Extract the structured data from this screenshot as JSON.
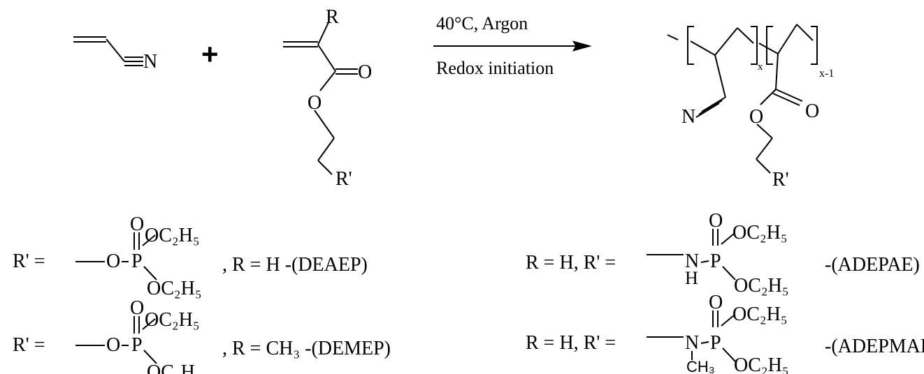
{
  "reaction": {
    "plus": "+",
    "condition_top": "40°C, Argon",
    "condition_bottom": "Redox initiation"
  },
  "acrylonitrile": {
    "n": "N"
  },
  "monomer": {
    "r": "R",
    "o_carbonyl": "O",
    "o_ester": "O",
    "r_prime": "R'"
  },
  "polymer": {
    "n": "N",
    "o_carbonyl": "O",
    "o_ester": "O",
    "r_prime": "R'",
    "sub_x": "x",
    "sub_x1": "x-1"
  },
  "substituents": [
    {
      "prefix": "R' =",
      "link": "O",
      "p": "P",
      "o": "O",
      "oc2h5": "OC₂H₅",
      "suffix": ", R = H -(DEAEP)"
    },
    {
      "prefix": "R' =",
      "link": "O",
      "p": "P",
      "o": "O",
      "oc2h5": "OC₂H₅",
      "suffix": ", R = CH₃ -(DEMEP)"
    },
    {
      "prefix": "R = H,  R' =",
      "n": "N",
      "h": "H",
      "p": "P",
      "o": "O",
      "oc2h5": "OC₂H₅",
      "suffix": "-(ADEPAE)"
    },
    {
      "prefix": "R = H,  R' =",
      "n": "N",
      "ch3": "CH₃",
      "p": "P",
      "o": "O",
      "oc2h5": "OC₂H₅",
      "suffix": "-(ADEPMAE)"
    }
  ]
}
